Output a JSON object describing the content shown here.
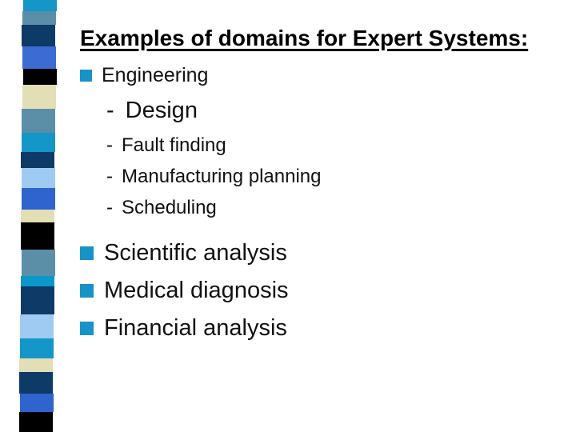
{
  "content": {
    "title": "Examples of domains for Expert Systems:",
    "items": [
      {
        "type": "bullet",
        "text": "Engineering"
      },
      {
        "type": "dash-large",
        "marker": "-",
        "text": "Design"
      },
      {
        "type": "dash",
        "marker": "-",
        "text": "Fault finding"
      },
      {
        "type": "dash",
        "marker": "-",
        "text": "Manufacturing planning"
      },
      {
        "type": "dash",
        "marker": "-",
        "text": "Scheduling"
      },
      {
        "type": "bullet-large",
        "text": "Scientific analysis"
      },
      {
        "type": "bullet-large",
        "text": "Medical diagnosis"
      },
      {
        "type": "bullet-large",
        "text": "Financial analysis"
      }
    ]
  },
  "colors": {
    "bullet": "#1793c7",
    "title_text": "#000000",
    "body_text": "#111111",
    "background": "#ffffff"
  },
  "decor_strip": {
    "blocks": [
      {
        "height": 14,
        "color": "#1496c8",
        "shift": 3
      },
      {
        "height": 17,
        "color": "#5b8fa8",
        "shift": 2
      },
      {
        "height": 27,
        "color": "#0d3a67",
        "shift": 1
      },
      {
        "height": 28,
        "color": "#3b6bd3",
        "shift": 2
      },
      {
        "height": 20,
        "color": "#000000",
        "shift": 3
      },
      {
        "height": 30,
        "color": "#e2deb6",
        "shift": 2
      },
      {
        "height": 30,
        "color": "#5b8fa8",
        "shift": 1
      },
      {
        "height": 24,
        "color": "#1496c8",
        "shift": 1
      },
      {
        "height": 20,
        "color": "#0d3a67",
        "shift": 0
      },
      {
        "height": 25,
        "color": "#9fcbf2",
        "shift": 1
      },
      {
        "height": 27,
        "color": "#2f63cd",
        "shift": 1
      },
      {
        "height": 16,
        "color": "#e2deb6",
        "shift": 0
      },
      {
        "height": 34,
        "color": "#000000",
        "shift": 0
      },
      {
        "height": 33,
        "color": "#5b8fa8",
        "shift": 1
      },
      {
        "height": 13,
        "color": "#0998c8",
        "shift": 0
      },
      {
        "height": 35,
        "color": "#0d3a67",
        "shift": 0
      },
      {
        "height": 30,
        "color": "#9fcbf2",
        "shift": -1
      },
      {
        "height": 25,
        "color": "#1496c8",
        "shift": -1
      },
      {
        "height": 17,
        "color": "#e2deb6",
        "shift": -2
      },
      {
        "height": 27,
        "color": "#0d3a67",
        "shift": -2
      },
      {
        "height": 23,
        "color": "#2f63cd",
        "shift": -1
      },
      {
        "height": 25,
        "color": "#000000",
        "shift": -2
      }
    ]
  }
}
